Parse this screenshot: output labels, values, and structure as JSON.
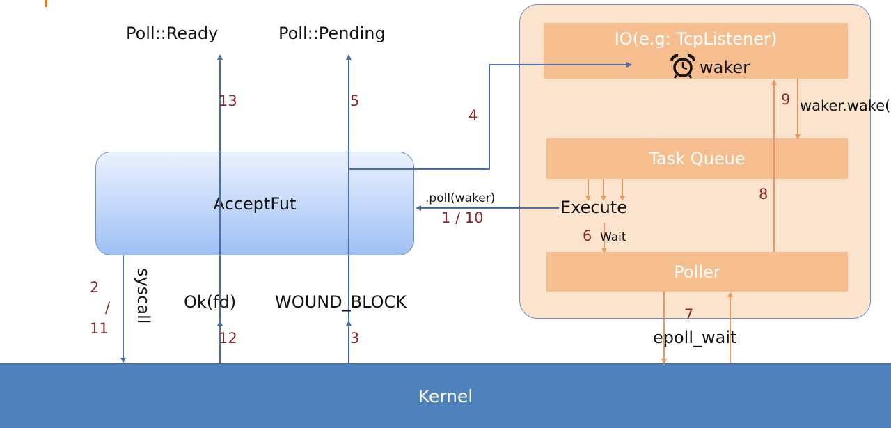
{
  "poll_ready": "Poll::Ready",
  "poll_pending": "Poll::Pending",
  "io": {
    "title": "IO(e.g: TcpListener)",
    "waker_icon": "alarm-clock-icon",
    "waker_label": "waker"
  },
  "task_queue": "Task Queue",
  "poller": "Poller",
  "accept_fut": "AcceptFut",
  "kernel": "Kernel",
  "poll_waker_label": ".poll(waker)",
  "execute_label": "Execute",
  "wait_label": "Wait",
  "waker_wake_label": "waker.wake()",
  "epoll_wait_label": "epoll_wait",
  "syscall_label": "syscall",
  "ok_fd_label": "Ok(fd)",
  "would_block_label": "WOUND_BLOCK",
  "steps": {
    "s1_10": "1 / 10",
    "s2": "2",
    "slash": "/",
    "s11": "11",
    "s3": "3",
    "s4": "4",
    "s5": "5",
    "s6": "6",
    "s7": "7",
    "s8": "8",
    "s9": "9",
    "s12": "12",
    "s13": "13"
  },
  "colors": {
    "panel_fill": "#fce3ce",
    "orange_bar": "#f6bd8f",
    "kernel_blue": "#4f81bd",
    "blue_arrow": "#4a6fa8",
    "orange_arrow": "#e39a63",
    "step_number": "#8b2a2a"
  }
}
